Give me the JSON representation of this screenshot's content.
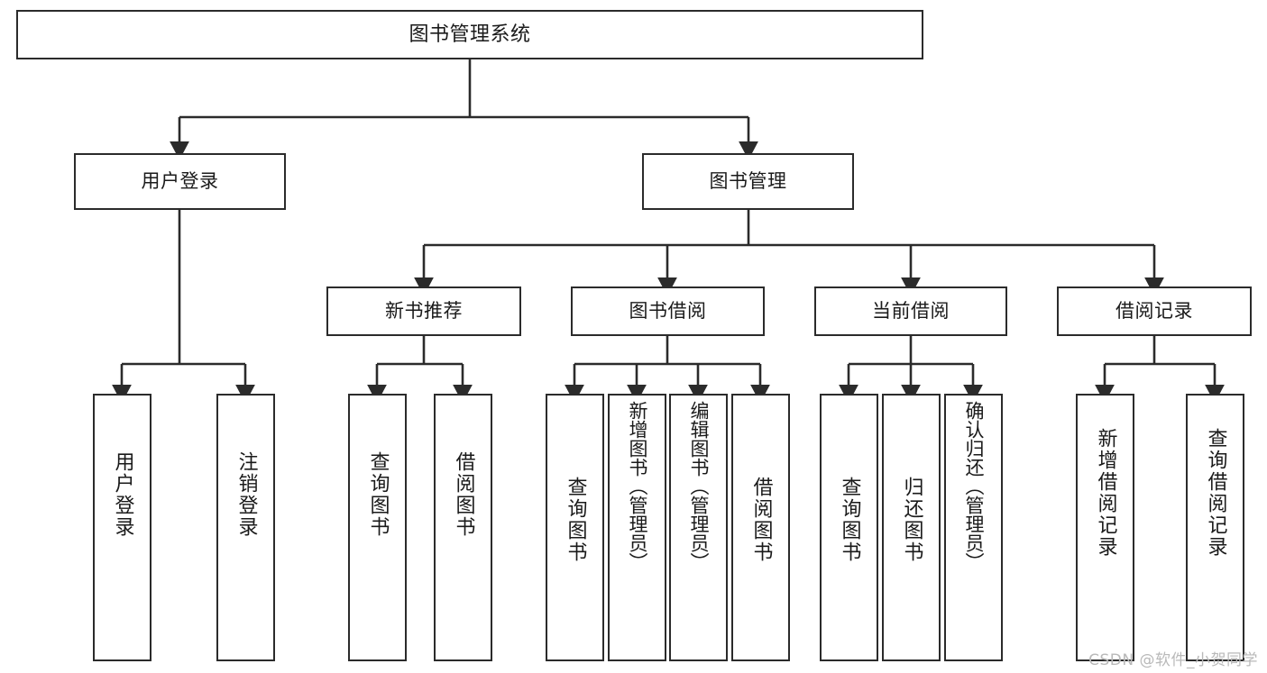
{
  "diagram": {
    "type": "tree-hierarchy",
    "title": "图书管理系统",
    "root": {
      "label": "图书管理系统"
    },
    "level2": [
      {
        "label": "用户登录"
      },
      {
        "label": "图书管理"
      }
    ],
    "level3": [
      {
        "label": "新书推荐"
      },
      {
        "label": "图书借阅"
      },
      {
        "label": "当前借阅"
      },
      {
        "label": "借阅记录"
      }
    ],
    "leaves": {
      "user_login": [
        {
          "label": "用户登录"
        },
        {
          "label": "注销登录"
        }
      ],
      "new_book_recommend": [
        {
          "label": "查询图书"
        },
        {
          "label": "借阅图书"
        }
      ],
      "book_borrow": [
        {
          "label": "查询图书"
        },
        {
          "label": "新增图书（管理员）"
        },
        {
          "label": "编辑图书（管理员）"
        },
        {
          "label": "借阅图书"
        }
      ],
      "current_borrow": [
        {
          "label": "查询图书"
        },
        {
          "label": "归还图书"
        },
        {
          "label": "确认归还（管理员）"
        }
      ],
      "borrow_record": [
        {
          "label": "新增借阅记录"
        },
        {
          "label": "查询借阅记录"
        }
      ]
    }
  },
  "watermark": {
    "text": "CSDN @软件_小贺同学"
  },
  "colors": {
    "stroke": "#2b2b2b",
    "fill": "#ffffff",
    "text": "#1a1a1a",
    "watermark": "#b9b9b9"
  }
}
